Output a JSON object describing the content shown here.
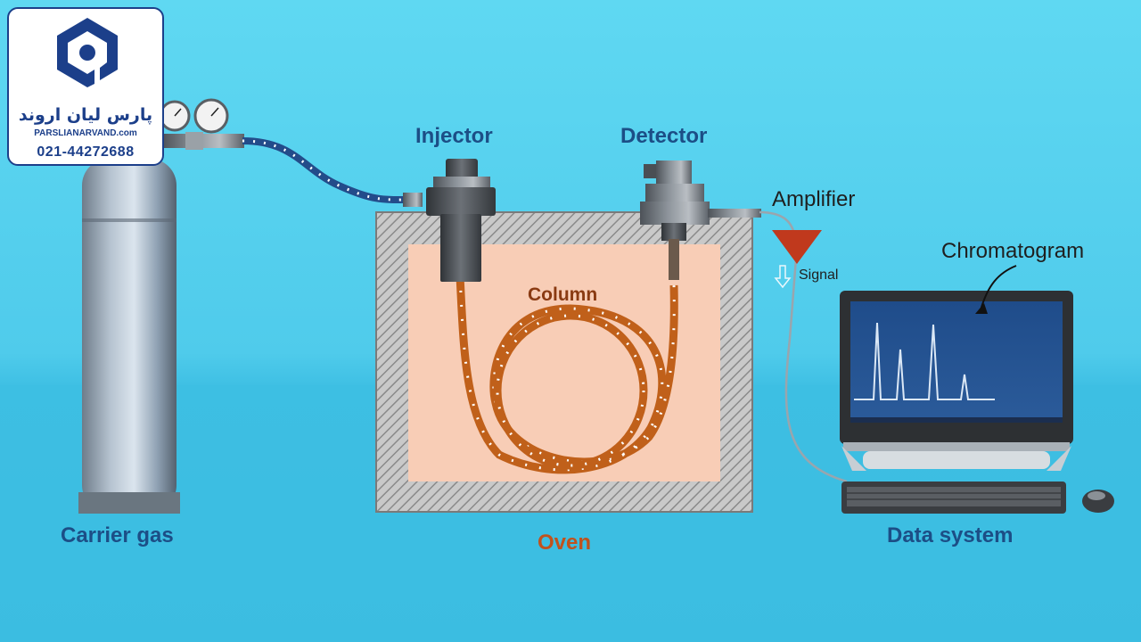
{
  "labels": {
    "injector": "Injector",
    "detector": "Detector",
    "amplifier": "Amplifier",
    "signal": "Signal",
    "chromatogram": "Chromatogram",
    "column": "Column",
    "carrier_gas": "Carrier gas",
    "oven": "Oven",
    "data_system": "Data system"
  },
  "logo": {
    "name_fa": "پارس لیان اروند",
    "website": "PARSLIANARVAND.com",
    "phone": "021-44272688"
  },
  "colors": {
    "background": "#4fcbeb",
    "label_blue": "#1c4e86",
    "label_brown": "#c0521d",
    "column": "#c0601a",
    "oven_inner": "#f8cdb6",
    "amplifier": "#c0391d",
    "screen": "#224f8c"
  },
  "icons": [
    "gas-cylinder-icon",
    "pressure-gauge-icon",
    "amplifier-triangle-icon",
    "signal-arrow-icon",
    "monitor-icon",
    "keyboard-icon",
    "mouse-icon"
  ]
}
